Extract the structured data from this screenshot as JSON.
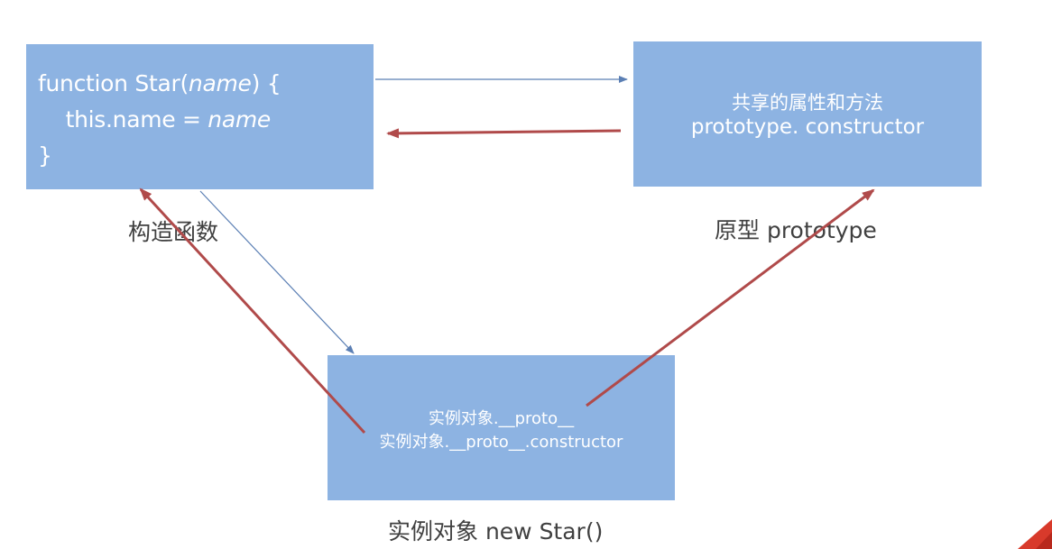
{
  "constructor_box": {
    "code_line1_pre": "function Star(",
    "code_line1_param": "name",
    "code_line1_post": ") {",
    "code_line2_pre": "    this.name = ",
    "code_line2_param": "name",
    "code_line3": "}"
  },
  "prototype_box": {
    "line1": "共享的属性和方法",
    "line2": "prototype. constructor"
  },
  "instance_box": {
    "line1": "实例对象.__proto__",
    "line2": "实例对象.__proto__.constructor"
  },
  "captions": {
    "constructor": "构造函数",
    "prototype": "原型 prototype",
    "instance": "实例对象 new Star()"
  },
  "colors": {
    "box_fill": "#8db3e2",
    "blue_arrow": "#5b7fb4",
    "red_arrow": "#b04a4a",
    "text": "#404040"
  }
}
